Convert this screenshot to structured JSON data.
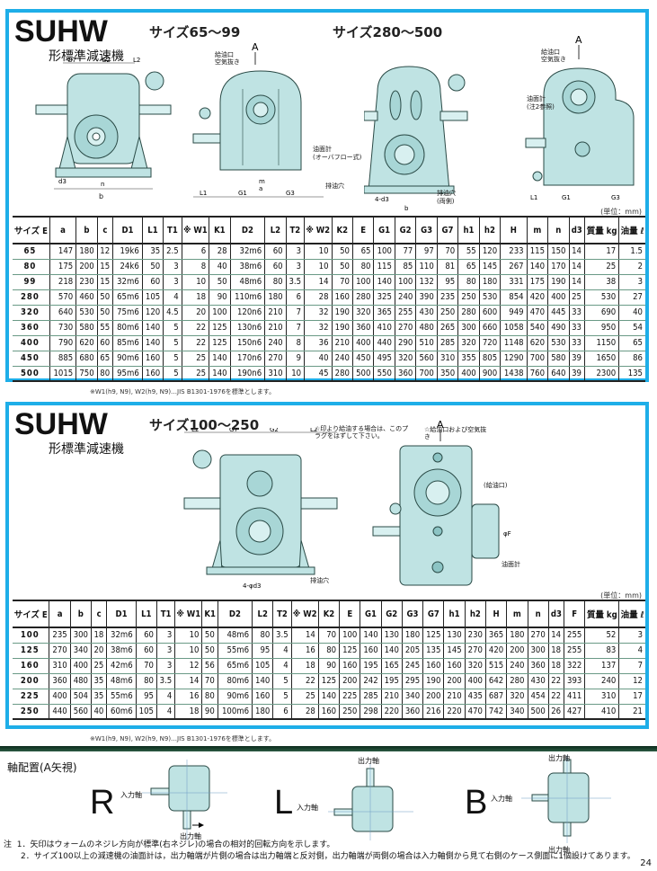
{
  "section1": {
    "brand": "SUHW",
    "subtitle": "形標準減速機",
    "size_title_a": "サイズ65～99",
    "size_title_b": "サイズ280～500",
    "unit": "(単位：mm)",
    "diagram_labels": {
      "arrow": "A",
      "oil_inlet": "給油口",
      "air_vent": "空気抜き",
      "oil_gauge": "油面計",
      "overflow": "(オーバフロー式)",
      "oil_gauge_note": "(注2参照)",
      "drain": "排油穴",
      "drain_both": "(両側)",
      "four_d3": "4-d3"
    },
    "table": {
      "headers": [
        "サイズ E",
        "a",
        "b",
        "c",
        "D1",
        "L1",
        "T1",
        "※ W1",
        "K1",
        "D2",
        "L2",
        "T2",
        "※ W2",
        "K2",
        "E",
        "G1",
        "G2",
        "G3",
        "G7",
        "h1",
        "h2",
        "H",
        "m",
        "n",
        "d3",
        "質量 kg",
        "油量 ℓ"
      ],
      "rows": [
        [
          "65",
          "147",
          "180",
          "12",
          "19k6",
          "35",
          "2.5",
          "6",
          "28",
          "32m6",
          "60",
          "3",
          "10",
          "50",
          "65",
          "100",
          "77",
          "97",
          "70",
          "55",
          "120",
          "233",
          "115",
          "150",
          "14",
          "17",
          "1.5"
        ],
        [
          "80",
          "175",
          "200",
          "15",
          "24k6",
          "50",
          "3",
          "8",
          "40",
          "38m6",
          "60",
          "3",
          "10",
          "50",
          "80",
          "115",
          "85",
          "110",
          "81",
          "65",
          "145",
          "267",
          "140",
          "170",
          "14",
          "25",
          "2"
        ],
        [
          "99",
          "218",
          "230",
          "15",
          "32m6",
          "60",
          "3",
          "10",
          "50",
          "48m6",
          "80",
          "3.5",
          "14",
          "70",
          "100",
          "140",
          "100",
          "132",
          "95",
          "80",
          "180",
          "331",
          "175",
          "190",
          "14",
          "38",
          "3"
        ],
        [
          "280",
          "570",
          "460",
          "50",
          "65m6",
          "105",
          "4",
          "18",
          "90",
          "110m6",
          "180",
          "6",
          "28",
          "160",
          "280",
          "325",
          "240",
          "390",
          "235",
          "250",
          "530",
          "854",
          "420",
          "400",
          "25",
          "530",
          "27"
        ],
        [
          "320",
          "640",
          "530",
          "50",
          "75m6",
          "120",
          "4.5",
          "20",
          "100",
          "120n6",
          "210",
          "7",
          "32",
          "190",
          "320",
          "365",
          "255",
          "430",
          "250",
          "280",
          "600",
          "949",
          "470",
          "445",
          "33",
          "690",
          "40"
        ],
        [
          "360",
          "730",
          "580",
          "55",
          "80m6",
          "140",
          "5",
          "22",
          "125",
          "130n6",
          "210",
          "7",
          "32",
          "190",
          "360",
          "410",
          "270",
          "480",
          "265",
          "300",
          "660",
          "1058",
          "540",
          "490",
          "33",
          "950",
          "54"
        ],
        [
          "400",
          "790",
          "620",
          "60",
          "85m6",
          "140",
          "5",
          "22",
          "125",
          "150n6",
          "240",
          "8",
          "36",
          "210",
          "400",
          "440",
          "290",
          "510",
          "285",
          "320",
          "720",
          "1148",
          "620",
          "530",
          "33",
          "1150",
          "65"
        ],
        [
          "450",
          "885",
          "680",
          "65",
          "90m6",
          "160",
          "5",
          "25",
          "140",
          "170n6",
          "270",
          "9",
          "40",
          "240",
          "450",
          "495",
          "320",
          "560",
          "310",
          "355",
          "805",
          "1290",
          "700",
          "580",
          "39",
          "1650",
          "86"
        ],
        [
          "500",
          "1015",
          "750",
          "80",
          "95m6",
          "160",
          "5",
          "25",
          "140",
          "190n6",
          "310",
          "10",
          "45",
          "280",
          "500",
          "550",
          "360",
          "700",
          "350",
          "400",
          "900",
          "1438",
          "760",
          "640",
          "39",
          "2300",
          "135"
        ]
      ]
    },
    "footnote": "※W1(h9, N9), W2(h9, N9)…JIS B1301-1976を標準とします。"
  },
  "section2": {
    "brand": "SUHW",
    "subtitle": "形標準減速機",
    "size_title": "サイズ100～250",
    "unit": "(単位：mm)",
    "diagram_labels": {
      "arrow": "A",
      "plug_note": "☆印より給油する場合は、このプラグをはずして下さい。",
      "oil_inlet_vent": "☆給油口および空気抜き",
      "oil_inlet_paren": "(給油口)",
      "oil_gauge": "油面計",
      "drain": "排油穴",
      "four_d3": "4-φd3"
    },
    "table": {
      "headers": [
        "サイズ E",
        "a",
        "b",
        "c",
        "D1",
        "L1",
        "T1",
        "※ W1",
        "K1",
        "D2",
        "L2",
        "T2",
        "※ W2",
        "K2",
        "E",
        "G1",
        "G2",
        "G3",
        "G7",
        "h1",
        "h2",
        "H",
        "m",
        "n",
        "d3",
        "F",
        "質量 kg",
        "油量 ℓ"
      ],
      "rows": [
        [
          "100",
          "235",
          "300",
          "18",
          "32m6",
          "60",
          "3",
          "10",
          "50",
          "48m6",
          "80",
          "3.5",
          "14",
          "70",
          "100",
          "140",
          "130",
          "180",
          "125",
          "130",
          "230",
          "365",
          "180",
          "270",
          "14",
          "255",
          "52",
          "3"
        ],
        [
          "125",
          "270",
          "340",
          "20",
          "38m6",
          "60",
          "3",
          "10",
          "50",
          "55m6",
          "95",
          "4",
          "16",
          "80",
          "125",
          "160",
          "140",
          "205",
          "135",
          "145",
          "270",
          "420",
          "200",
          "300",
          "18",
          "255",
          "83",
          "4"
        ],
        [
          "160",
          "310",
          "400",
          "25",
          "42m6",
          "70",
          "3",
          "12",
          "56",
          "65m6",
          "105",
          "4",
          "18",
          "90",
          "160",
          "195",
          "165",
          "245",
          "160",
          "160",
          "320",
          "515",
          "240",
          "360",
          "18",
          "322",
          "137",
          "7"
        ],
        [
          "200",
          "360",
          "480",
          "35",
          "48m6",
          "80",
          "3.5",
          "14",
          "70",
          "80m6",
          "140",
          "5",
          "22",
          "125",
          "200",
          "242",
          "195",
          "295",
          "190",
          "200",
          "400",
          "642",
          "280",
          "430",
          "22",
          "393",
          "240",
          "12"
        ],
        [
          "225",
          "400",
          "504",
          "35",
          "55m6",
          "95",
          "4",
          "16",
          "80",
          "90m6",
          "160",
          "5",
          "25",
          "140",
          "225",
          "285",
          "210",
          "340",
          "200",
          "210",
          "435",
          "687",
          "320",
          "454",
          "22",
          "411",
          "310",
          "17"
        ],
        [
          "250",
          "440",
          "560",
          "40",
          "60m6",
          "105",
          "4",
          "18",
          "90",
          "100m6",
          "180",
          "6",
          "28",
          "160",
          "250",
          "298",
          "220",
          "360",
          "216",
          "220",
          "470",
          "742",
          "340",
          "500",
          "26",
          "427",
          "410",
          "21"
        ]
      ]
    },
    "footnote": "※W1(h9, N9), W2(h9, N9)…JIS B1301-1976を標準とします。"
  },
  "arrangement": {
    "title": "軸配置(A矢視)",
    "input_shaft": "入力軸",
    "output_shaft": "出力軸",
    "types": [
      "R",
      "L",
      "B"
    ]
  },
  "notes": {
    "prefix": "注",
    "items": [
      "1．矢印はウォームのネジレ方向が標準(右ネジレ)の場合の相対的回転方向を示します。",
      "2．サイズ100以上の減速機の油面計は，出力軸端が片側の場合は出力軸端と反対側，出力軸端が両側の場合は入力軸側から見て右側のケース側面に1個設けてあります。"
    ]
  },
  "page_number": "24",
  "colors": {
    "frame": "#1eaee8",
    "body": "#bfe3e3",
    "outline": "#2a4a46"
  }
}
